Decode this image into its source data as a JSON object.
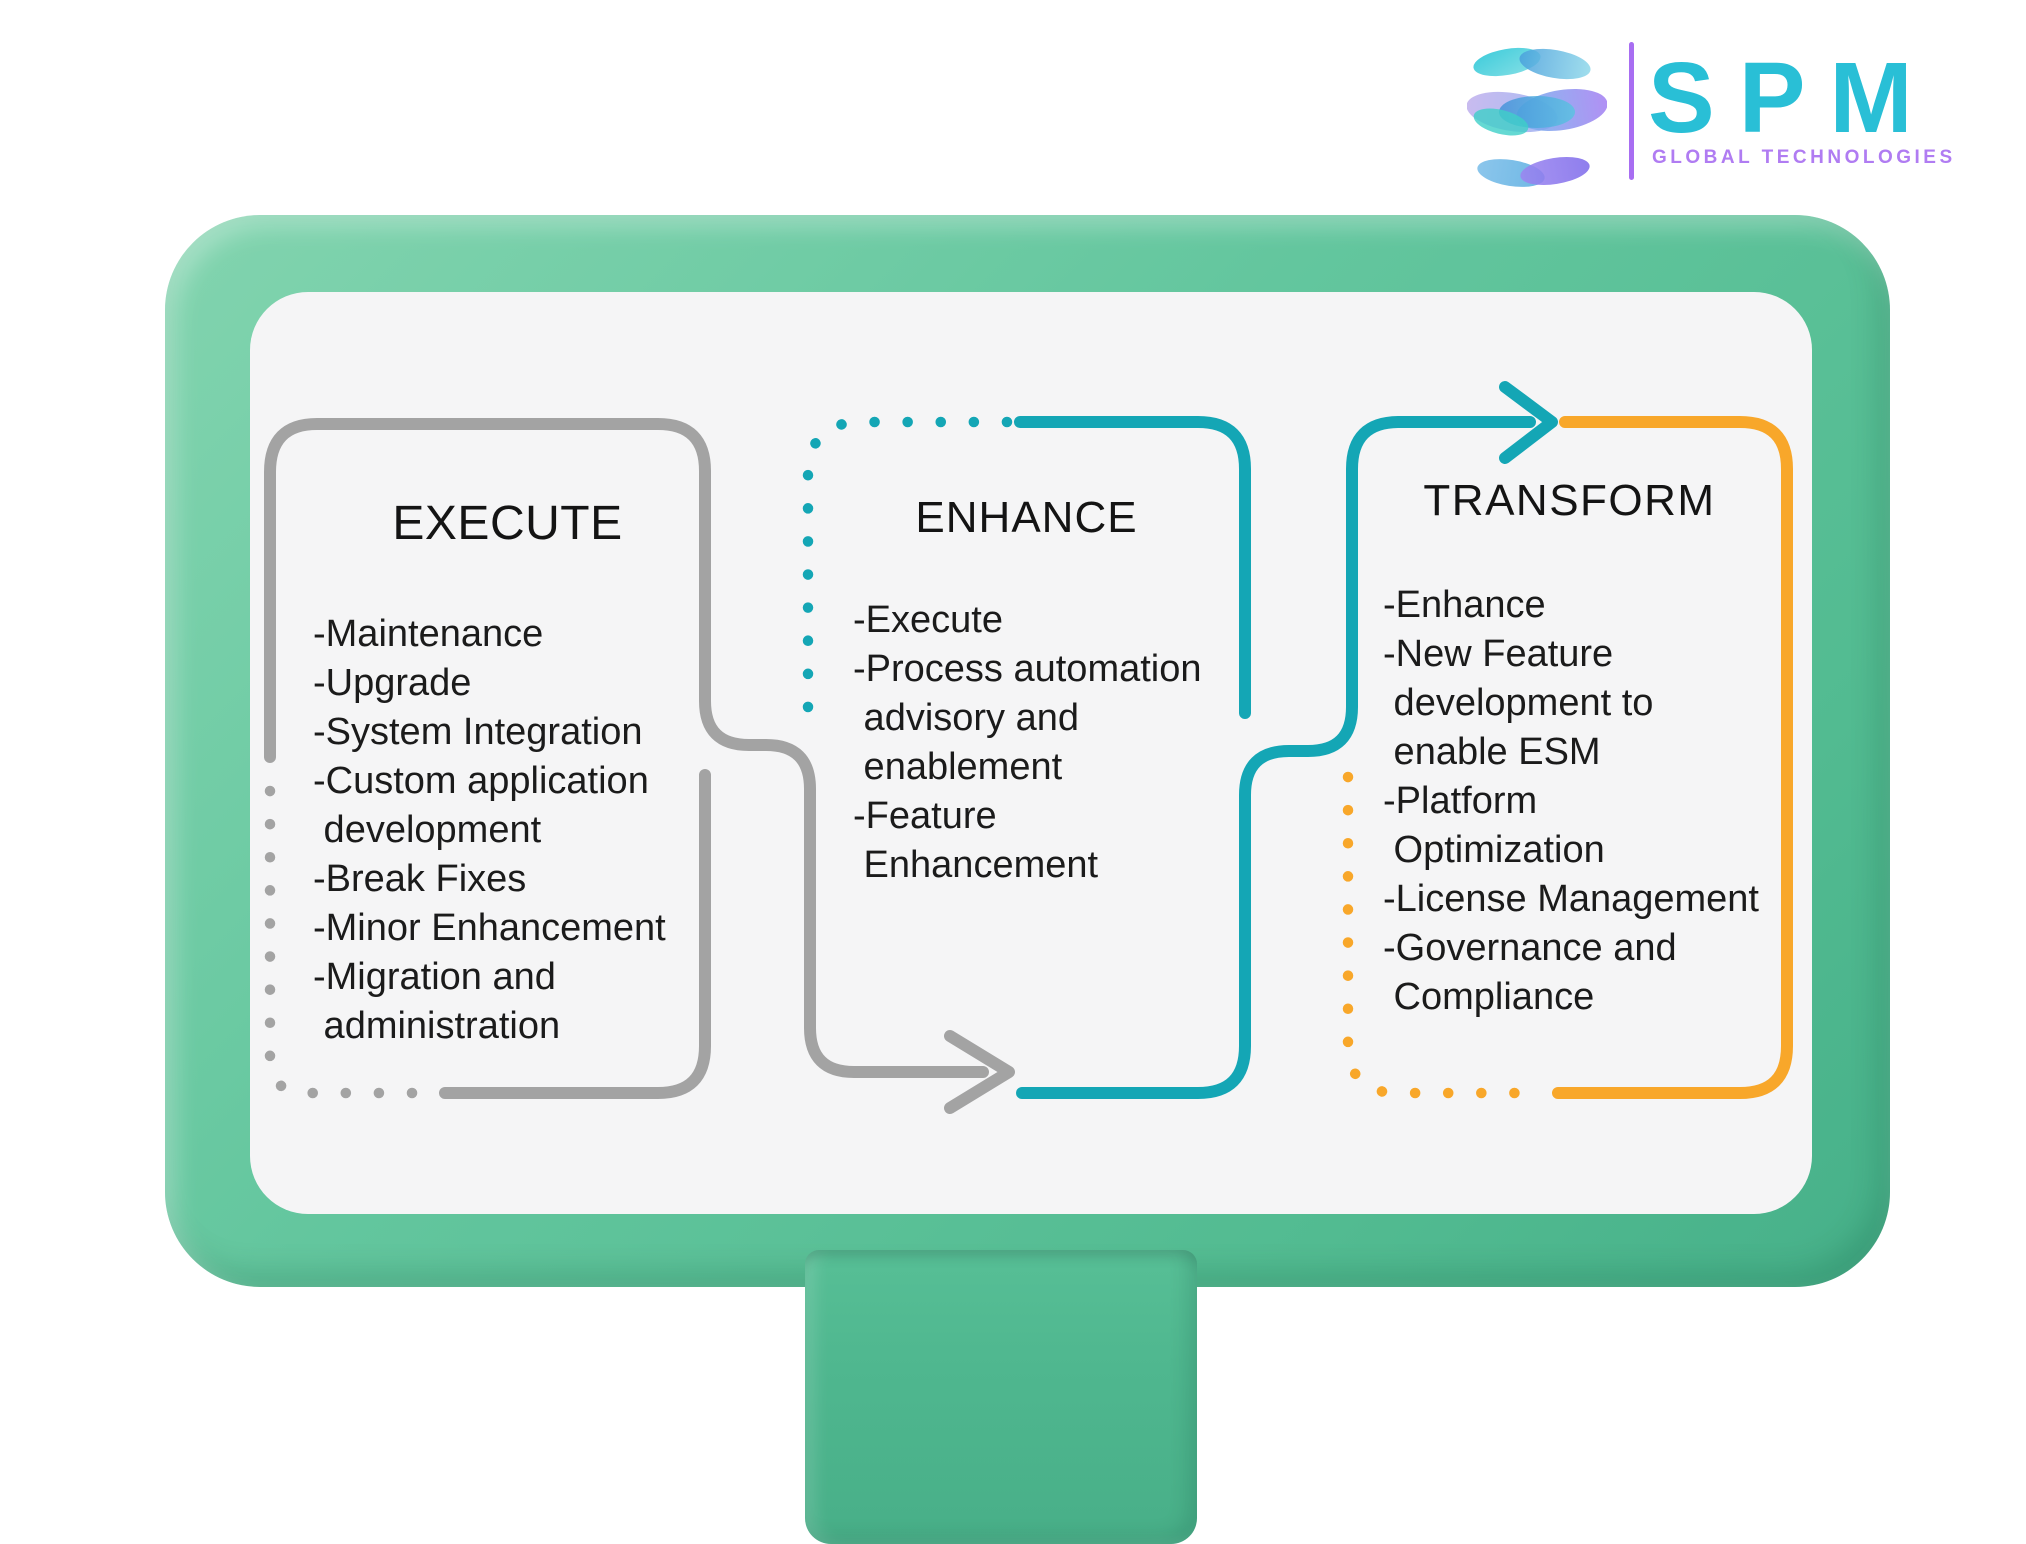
{
  "logo": {
    "brand": "SPM",
    "tagline": "GLOBAL TECHNOLOGIES",
    "icon": "globe-waves-icon",
    "colors": {
      "brand": "#29bfd6",
      "tagline": "#b07cf2",
      "divider": "#a86ef2"
    }
  },
  "diagram": {
    "panels": [
      {
        "id": "execute",
        "title": "EXECUTE",
        "border_color": "#a3a3a3",
        "lines": [
          "-Maintenance",
          "-Upgrade",
          "-System Integration",
          "-Custom application",
          " development",
          "-Break Fixes",
          "-Minor Enhancement",
          "-Migration and",
          " administration"
        ]
      },
      {
        "id": "enhance",
        "title": "ENHANCE",
        "border_color": "#14a6b5",
        "lines": [
          "-Execute",
          "-Process automation",
          " advisory and",
          " enablement",
          "-Feature",
          " Enhancement"
        ]
      },
      {
        "id": "transform",
        "title": "TRANSFORM",
        "border_color_top": "#14a6b5",
        "border_color": "#f8a72a",
        "lines": [
          "-Enhance",
          "-New Feature",
          " development to",
          " enable ESM",
          "-Platform",
          " Optimization",
          "-License Management",
          "-Governance and",
          " Compliance"
        ]
      }
    ],
    "flow_arrows": [
      {
        "id": "execute-to-enhance",
        "color": "#a3a3a3"
      },
      {
        "id": "enhance-to-transform",
        "color": "#14a6b5"
      }
    ],
    "colors": {
      "gray": "#a3a3a3",
      "teal": "#14a6b5",
      "orange": "#f8a72a",
      "monitor_green": "#5fc49b",
      "screen_bg": "#f5f5f6"
    }
  }
}
